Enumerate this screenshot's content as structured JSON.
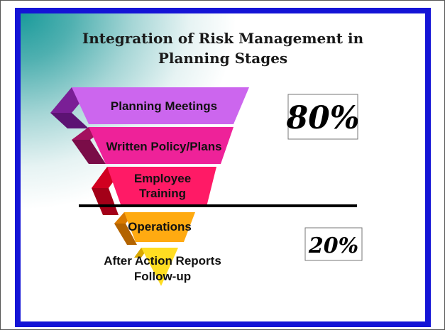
{
  "title": {
    "line1": "Integration of Risk Management in",
    "line2": "Planning Stages"
  },
  "stages": [
    {
      "line1": "Planning Meetings",
      "line2": "",
      "color": "#cc66ee"
    },
    {
      "line1": "Written Policy/Plans",
      "line2": "",
      "color": "#ee2299"
    },
    {
      "line1": "Employee",
      "line2": "Training",
      "color": "#ff1a66"
    },
    {
      "line1": "Operations",
      "line2": "",
      "color": "#ffaa11"
    },
    {
      "line1": "After Action Reports",
      "line2": "Follow-up",
      "color": "#ffdd22"
    }
  ],
  "percentages": {
    "upper": "80%",
    "lower": "20%"
  },
  "colors": {
    "frame": "#1414d6",
    "divider": "#000000"
  }
}
